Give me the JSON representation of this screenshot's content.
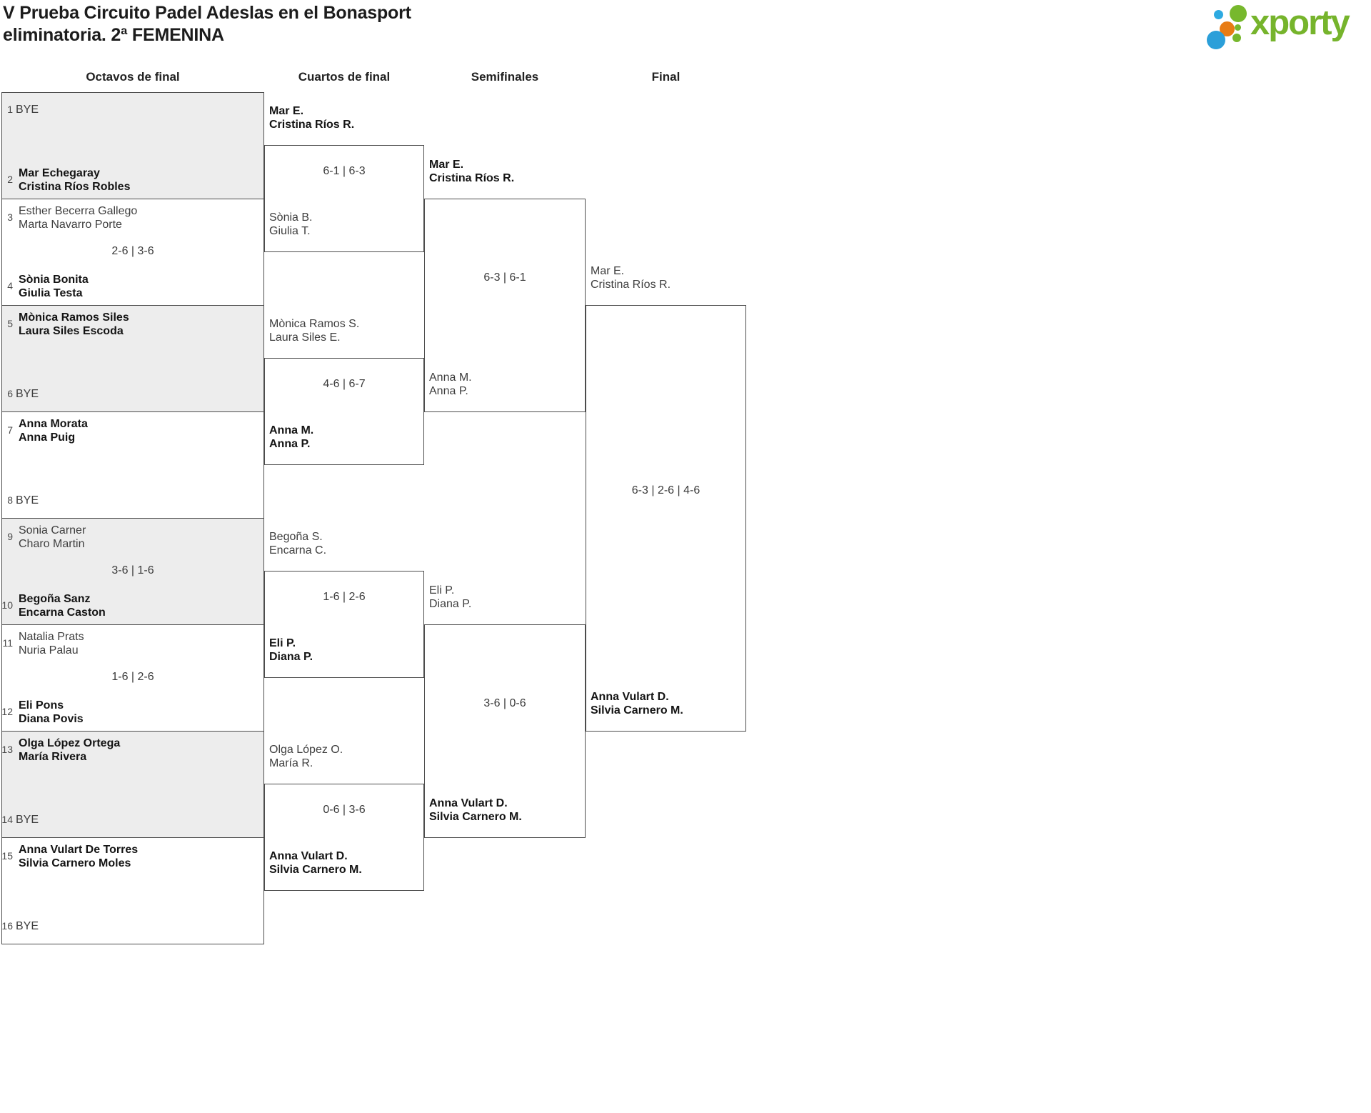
{
  "title": {
    "line1": "V Prueba Circuito Padel Adeslas en el Bonasport",
    "line2": "eliminatoria. 2ª FEMENINA"
  },
  "logo": {
    "brand": "xporty"
  },
  "colors": {
    "brand_green": "#76b42c",
    "brand_blue": "#2daae1",
    "brand_orange": "#e87c14",
    "box_fill_gray": "#ededed",
    "line_color": "#4c4c4c"
  },
  "rounds": [
    {
      "label": "Octavos de final"
    },
    {
      "label": "Cuartos de final"
    },
    {
      "label": "Semifinales"
    },
    {
      "label": "Final"
    }
  ],
  "octavos": {
    "matches": [
      {
        "top_seed": "1",
        "top": [
          "BYE"
        ],
        "bottom_seed": "2",
        "bottom": [
          "Mar Echegaray",
          "Cristina Ríos Robles"
        ],
        "score": "",
        "winner": "bottom"
      },
      {
        "top_seed": "3",
        "top": [
          "Esther Becerra Gallego",
          "Marta Navarro Porte"
        ],
        "bottom_seed": "4",
        "bottom": [
          "Sònia Bonita",
          "Giulia Testa"
        ],
        "score": "2-6 | 3-6",
        "winner": "bottom"
      },
      {
        "top_seed": "5",
        "top": [
          "Mònica Ramos Siles",
          "Laura Siles Escoda"
        ],
        "bottom_seed": "6",
        "bottom": [
          "BYE"
        ],
        "score": "",
        "winner": "top"
      },
      {
        "top_seed": "7",
        "top": [
          "Anna Morata",
          "Anna Puig"
        ],
        "bottom_seed": "8",
        "bottom": [
          "BYE"
        ],
        "score": "",
        "winner": "top"
      },
      {
        "top_seed": "9",
        "top": [
          "Sonia Carner",
          "Charo Martin"
        ],
        "bottom_seed": "10",
        "bottom": [
          "Begoña Sanz",
          "Encarna Caston"
        ],
        "score": "3-6 | 1-6",
        "winner": "bottom"
      },
      {
        "top_seed": "11",
        "top": [
          "Natalia Prats",
          "Nuria Palau"
        ],
        "bottom_seed": "12",
        "bottom": [
          "Eli Pons",
          "Diana Povis"
        ],
        "score": "1-6 | 2-6",
        "winner": "bottom"
      },
      {
        "top_seed": "13",
        "top": [
          "Olga López Ortega",
          "María Rivera"
        ],
        "bottom_seed": "14",
        "bottom": [
          "BYE"
        ],
        "score": "",
        "winner": "top"
      },
      {
        "top_seed": "15",
        "top": [
          "Anna Vulart De Torres",
          "Silvia Carnero Moles"
        ],
        "bottom_seed": "16",
        "bottom": [
          "BYE"
        ],
        "score": "",
        "winner": "top"
      }
    ]
  },
  "cuartos": {
    "matches": [
      {
        "top": [
          "Mar E.",
          "Cristina Ríos R."
        ],
        "bottom": [
          "Sònia B.",
          "Giulia T."
        ],
        "score": "6-1 | 6-3",
        "winner": "top"
      },
      {
        "top": [
          "Mònica Ramos S.",
          "Laura Siles E."
        ],
        "bottom": [
          "Anna M.",
          "Anna P."
        ],
        "score": "4-6 | 6-7",
        "winner": "bottom"
      },
      {
        "top": [
          "Begoña S.",
          "Encarna C."
        ],
        "bottom": [
          "Eli P.",
          "Diana P."
        ],
        "score": "1-6 | 2-6",
        "winner": "bottom"
      },
      {
        "top": [
          "Olga López O.",
          "María R."
        ],
        "bottom": [
          "Anna Vulart D.",
          "Silvia Carnero M."
        ],
        "score": "0-6 | 3-6",
        "winner": "bottom"
      }
    ]
  },
  "semifinales": {
    "matches": [
      {
        "top": [
          "Mar E.",
          "Cristina Ríos R."
        ],
        "bottom": [
          "Anna M.",
          "Anna P."
        ],
        "score": "6-3 | 6-1",
        "winner": "top"
      },
      {
        "top": [
          "Eli P.",
          "Diana P."
        ],
        "bottom": [
          "Anna Vulart D.",
          "Silvia Carnero M."
        ],
        "score": "3-6 | 0-6",
        "winner": "bottom"
      }
    ]
  },
  "final": {
    "top": [
      "Mar E.",
      "Cristina Ríos R."
    ],
    "bottom": [
      "Anna Vulart D.",
      "Silvia Carnero M."
    ],
    "score": "6-3 | 2-6 | 4-6",
    "winner": "bottom"
  }
}
